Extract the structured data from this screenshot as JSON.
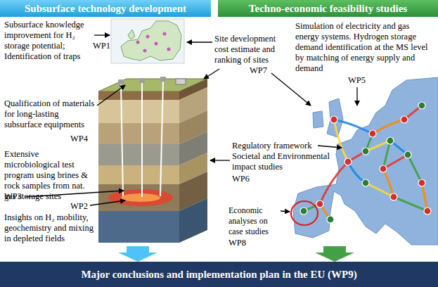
{
  "diagram": {
    "nodes": [
      {
        "text": [
          "Subsurface technology development"
        ]
      },
      {
        "text": [
          "Techno-economic feasibility studies"
        ]
      },
      {
        "text": [
          "Major conclusions and implementation plan in the EU (WP9)"
        ]
      }
    ],
    "labels": [
      "Subsurface knowledge improvement for H₂ storage potential; Identification of traps",
      "WP1",
      "Simulation of electricity and gas energy systems. Hydrogen storage demand identification at the MS level by matching of energy supply and demand",
      "WP5",
      "Site development cost estimate and ranking of sites",
      "WP7",
      "Qualification of materials for long-lasting subsurface equipments",
      "WP4",
      "Extensive microbiological test program using brines & rock samples from nat. gas storage sites",
      "WP3",
      "Insights on H₂ mobility, geochemistry and mixing in depleted fields",
      "WP2",
      "Regulatory framework Societal and Environmental impact studies",
      "WP6",
      "Economic analyses on case studies",
      "WP8"
    ]
  }
}
